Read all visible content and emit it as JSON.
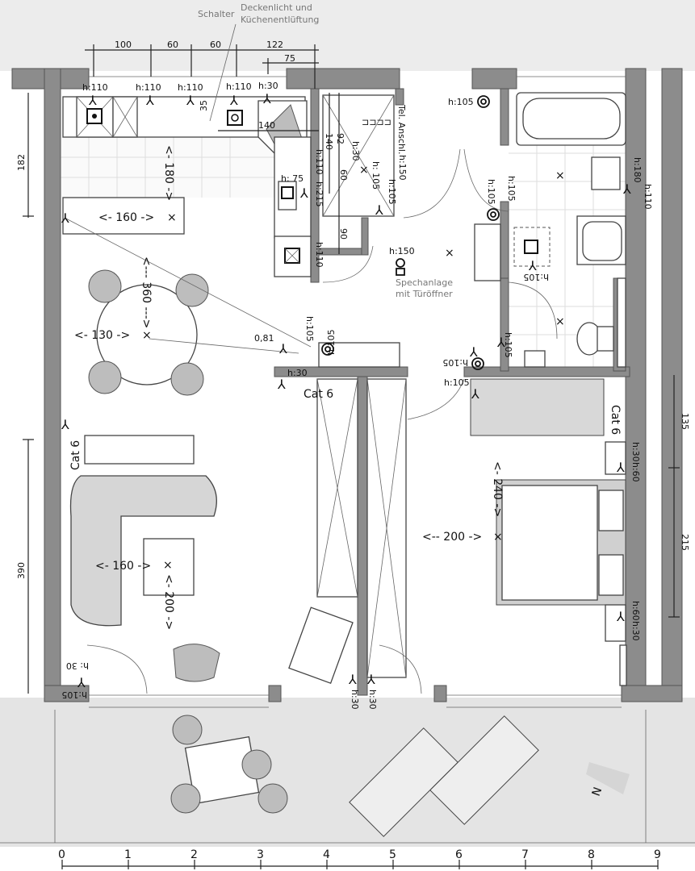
{
  "notes": {
    "switch": "Schalter",
    "ceiling_light_1": "Deckenlicht und",
    "ceiling_light_2": "Küchenentlüftung",
    "intercom_1": "Spechanlage",
    "intercom_2": "mit Türöffner",
    "tel": "Tel. Anschl.",
    "north": "N"
  },
  "top_dims": [
    "100",
    "60",
    "60",
    "122",
    "75"
  ],
  "kitchen_heights": [
    "h:110",
    "h:110",
    "h:110",
    "h:110",
    "h:30"
  ],
  "kitchen_dims": {
    "d35": "35",
    "d140": "140",
    "h75": "h: 75",
    "h110": "h:110",
    "h215": "h:215",
    "h110b": "h:110"
  },
  "hall_dims": {
    "d140": "140",
    "d92": "92",
    "d60": "60",
    "d90": "90",
    "h30": "h:30",
    "h105a": "h: 105",
    "h150a": "h:150",
    "h105b": "h:105",
    "h150b": "h:150"
  },
  "living": {
    "d180": "<- 180 ->",
    "d160a": "<- 160 ->",
    "d360": "<--- 360 --->",
    "d130": "<- 130 ->",
    "d160b": "<- 160 ->",
    "d200": "<- 200 ->",
    "d081": "0,81",
    "h105a": "h:105",
    "h105b": "h:105",
    "h30": "h:30",
    "cat6a": "Cat 6",
    "cat6b": "Cat 6",
    "h30b": "h: 30",
    "h105c": "h:105",
    "h30c": "h:30",
    "h30d": "h:30"
  },
  "left_dims": [
    "182",
    "390"
  ],
  "bath": {
    "h105a": "h:105",
    "h180": "h:180",
    "h110": "h:110",
    "h105b": "h:105",
    "h105c": "h:105",
    "h105d": "h:105",
    "h105e": "h:105",
    "h105f": "h:105",
    "h105g": "h:105"
  },
  "bedroom": {
    "cat6": "Cat 6",
    "h30": "h:30",
    "h60a": "h:60",
    "d240": "<- 240 ->",
    "d200": "<-- 200 ->",
    "h60b": "h:60",
    "h30b": "h:30"
  },
  "right_dims": [
    "135",
    "215"
  ],
  "scale": [
    "0",
    "1",
    "2",
    "3",
    "4",
    "5",
    "6",
    "7",
    "8",
    "9"
  ]
}
